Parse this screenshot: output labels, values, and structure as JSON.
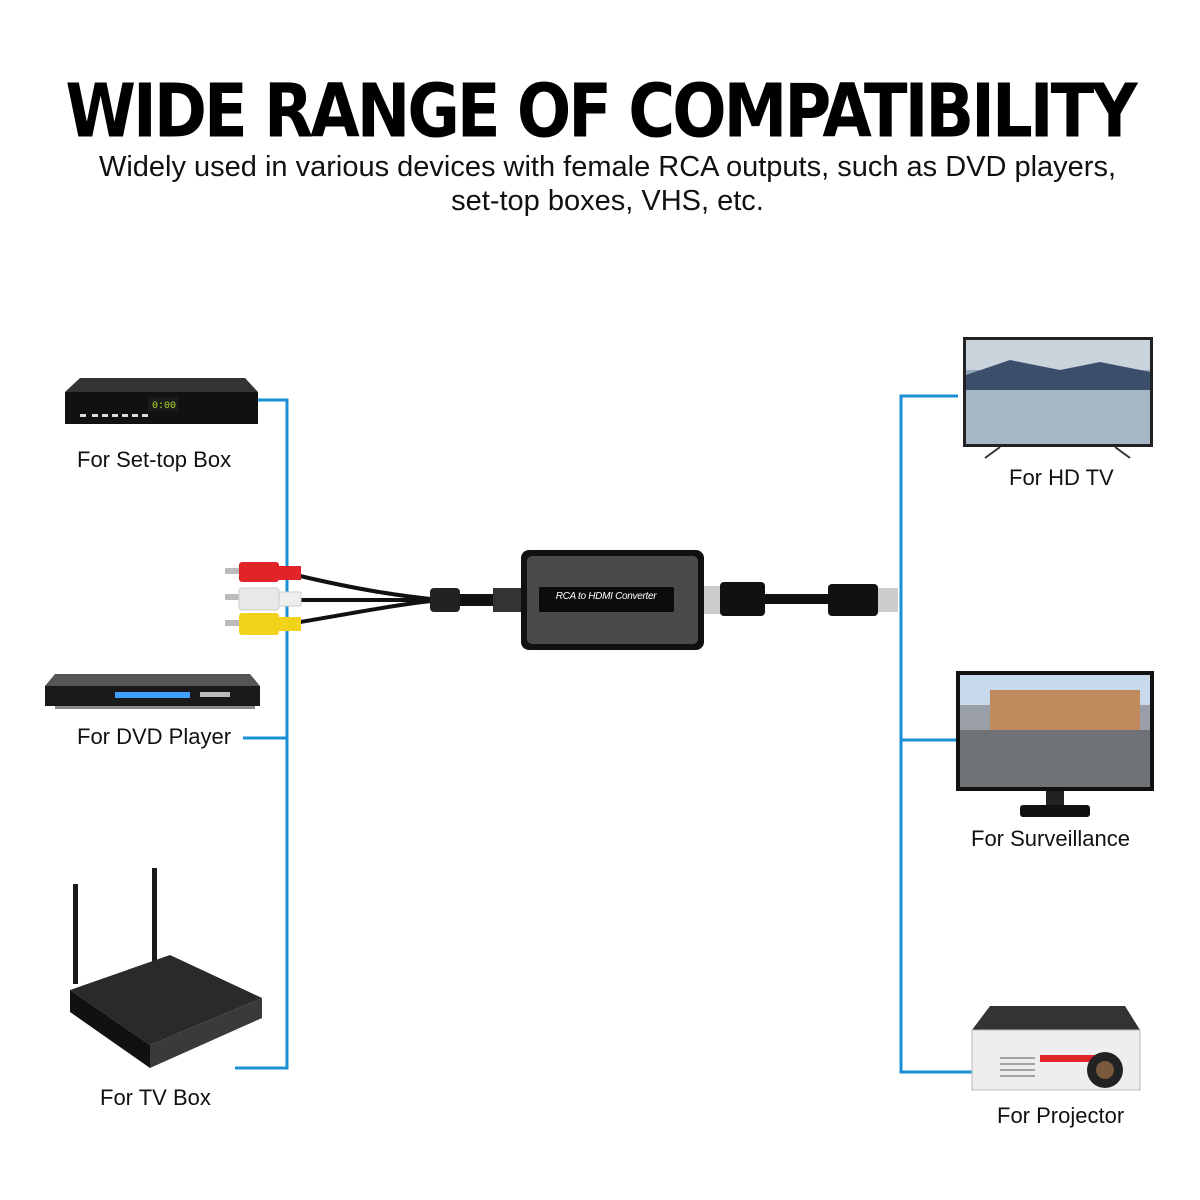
{
  "header": {
    "title": "WIDE RANGE OF COMPATIBILITY",
    "subtitle_line1": "Widely used in various devices with female RCA outputs, such as DVD players,",
    "subtitle_line2": "set-top boxes, VHS, etc."
  },
  "inputs": [
    {
      "label": "For Set-top Box",
      "display": "0:00"
    },
    {
      "label": "For DVD Player"
    },
    {
      "label": "For TV Box"
    }
  ],
  "outputs": [
    {
      "label": "For HD TV"
    },
    {
      "label": "For Surveillance"
    },
    {
      "label": "For Projector"
    }
  ],
  "converter": {
    "label": "RCA to HDMI Converter"
  },
  "colors": {
    "line": "#1a8fd6",
    "rca_red": "#e0242a",
    "rca_white": "#e8e8e8",
    "rca_yellow": "#f2d31b"
  }
}
